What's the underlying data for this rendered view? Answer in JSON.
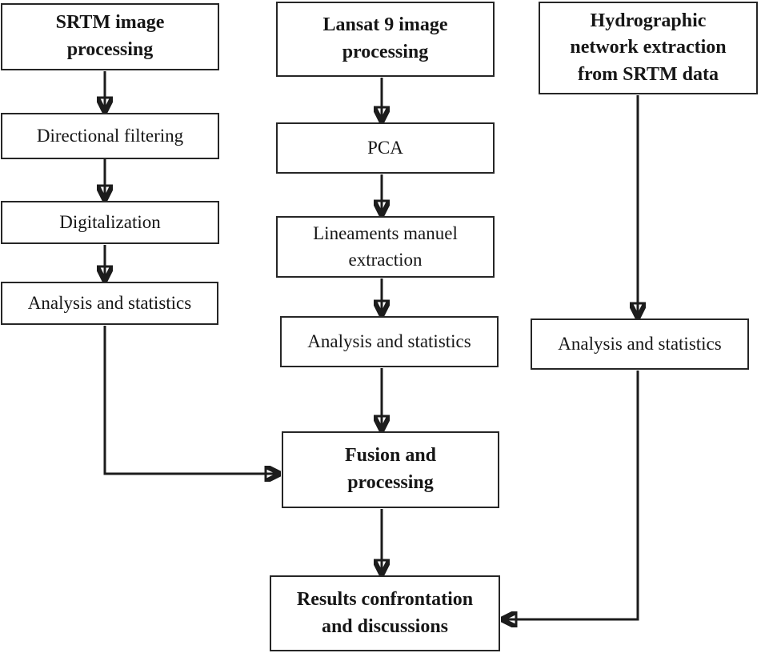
{
  "diagram": {
    "type": "flowchart",
    "colors": {
      "background": "#ffffff",
      "box_border": "#262626",
      "line": "#1c1c1c",
      "text": "#161616"
    },
    "nodes": {
      "srtm_header": {
        "label": "SRTM image\nprocessing",
        "bold": true
      },
      "directional": {
        "label": "Directional filtering",
        "bold": false
      },
      "digitalization": {
        "label": "Digitalization",
        "bold": false
      },
      "analysis_left": {
        "label": "Analysis and statistics",
        "bold": false
      },
      "lansat_header": {
        "label": "Lansat 9 image\nprocessing",
        "bold": true
      },
      "pca": {
        "label": "PCA",
        "bold": false
      },
      "lineaments": {
        "label": "Lineaments manuel\nextraction",
        "bold": false
      },
      "analysis_middle": {
        "label": "Analysis and statistics",
        "bold": false
      },
      "fusion": {
        "label": "Fusion and\nprocessing",
        "bold": true
      },
      "results": {
        "label": "Results confrontation\nand discussions",
        "bold": true
      },
      "hydro_header": {
        "label": "Hydrographic\nnetwork extraction\nfrom SRTM data",
        "bold": true
      },
      "analysis_right": {
        "label": "Analysis and statistics",
        "bold": false
      }
    },
    "edges": [
      {
        "from": "srtm_header",
        "to": "directional"
      },
      {
        "from": "directional",
        "to": "digitalization"
      },
      {
        "from": "digitalization",
        "to": "analysis_left"
      },
      {
        "from": "analysis_left",
        "to": "fusion"
      },
      {
        "from": "lansat_header",
        "to": "pca"
      },
      {
        "from": "pca",
        "to": "lineaments"
      },
      {
        "from": "lineaments",
        "to": "analysis_middle"
      },
      {
        "from": "analysis_middle",
        "to": "fusion"
      },
      {
        "from": "fusion",
        "to": "results"
      },
      {
        "from": "hydro_header",
        "to": "analysis_right"
      },
      {
        "from": "analysis_right",
        "to": "results"
      }
    ]
  }
}
